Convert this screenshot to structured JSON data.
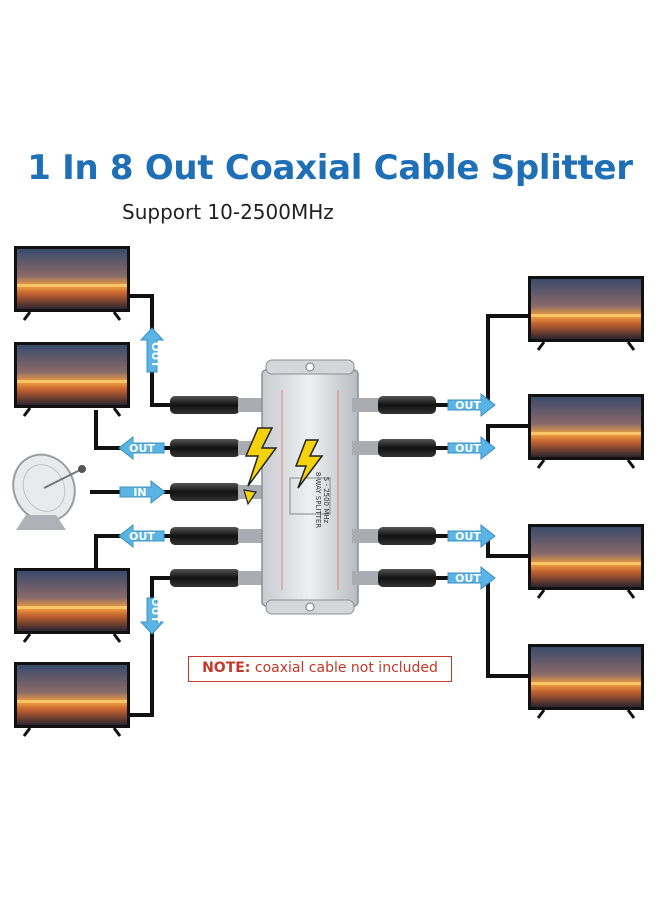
{
  "title": "1 In 8 Out Coaxial Cable Splitter",
  "subtitle": "Support 10-2500MHz",
  "note": {
    "label": "NOTE:",
    "text": "coaxial cable not included"
  },
  "splitter": {
    "model": "8-WAY SPLITTER",
    "range": "5 - 2500 MHz",
    "port_label": "OUT",
    "in_label": "IN"
  },
  "ports": {
    "left": [
      "OUT",
      "OUT",
      "IN",
      "OUT",
      "OUT"
    ],
    "right": [
      "OUT",
      "OUT",
      "OUT",
      "OUT"
    ]
  },
  "colors": {
    "title": "#1f6fb6",
    "arrow": "#5ab4e6",
    "note": "#c0392b",
    "cable": "#111111"
  }
}
